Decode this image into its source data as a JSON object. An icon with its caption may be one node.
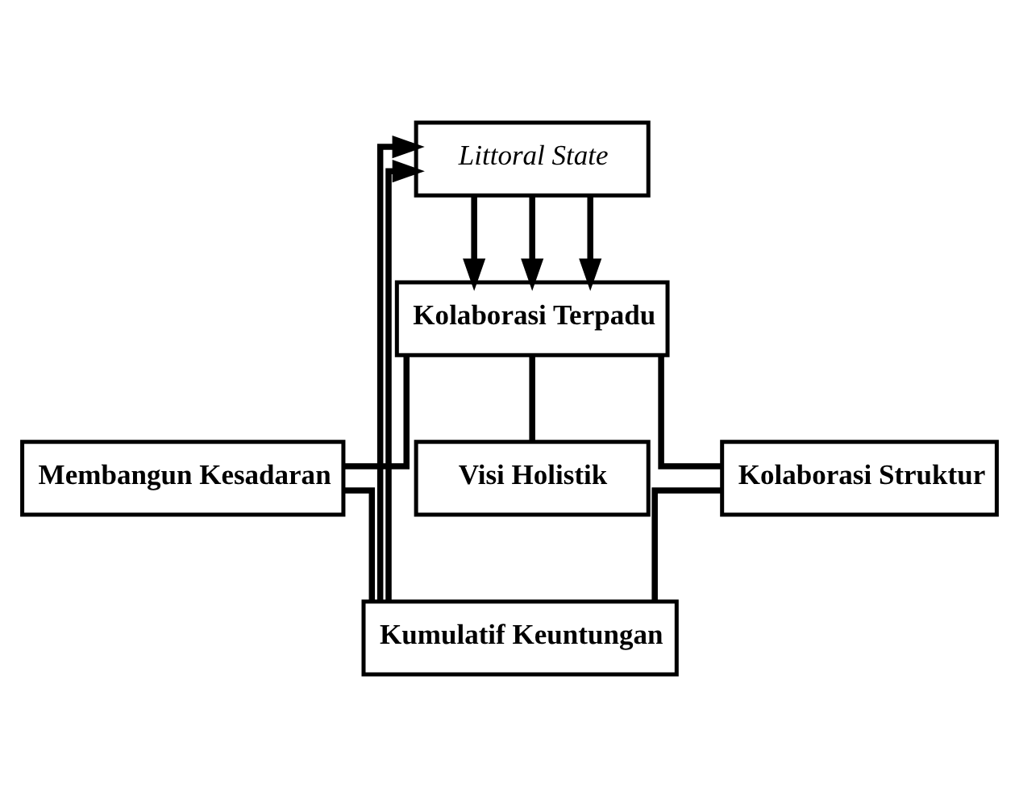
{
  "diagram": {
    "nodes": [
      {
        "text": [
          "Littoral State"
        ]
      },
      {
        "text": [
          "Kolaborasi Terpadu"
        ]
      },
      {
        "text": [
          "Membangun Kesadaran"
        ]
      },
      {
        "text": [
          "Visi Holistik"
        ]
      },
      {
        "text": [
          "Kolaborasi Struktur"
        ]
      },
      {
        "text": [
          "Kumulatif Keuntungan"
        ]
      }
    ],
    "edges": [
      {
        "from": 0,
        "to": 1,
        "arrow": "to"
      },
      {
        "from": 0,
        "to": 1,
        "arrow": "to"
      },
      {
        "from": 0,
        "to": 1,
        "arrow": "to"
      },
      {
        "from": 1,
        "to": 2,
        "arrow": "none"
      },
      {
        "from": 1,
        "to": 3,
        "arrow": "none"
      },
      {
        "from": 1,
        "to": 4,
        "arrow": "none"
      },
      {
        "from": 2,
        "to": 5,
        "arrow": "none"
      },
      {
        "from": 4,
        "to": 5,
        "arrow": "none"
      },
      {
        "from": 5,
        "to": 0,
        "arrow": "to"
      },
      {
        "from": 5,
        "to": 0,
        "arrow": "to"
      }
    ]
  }
}
